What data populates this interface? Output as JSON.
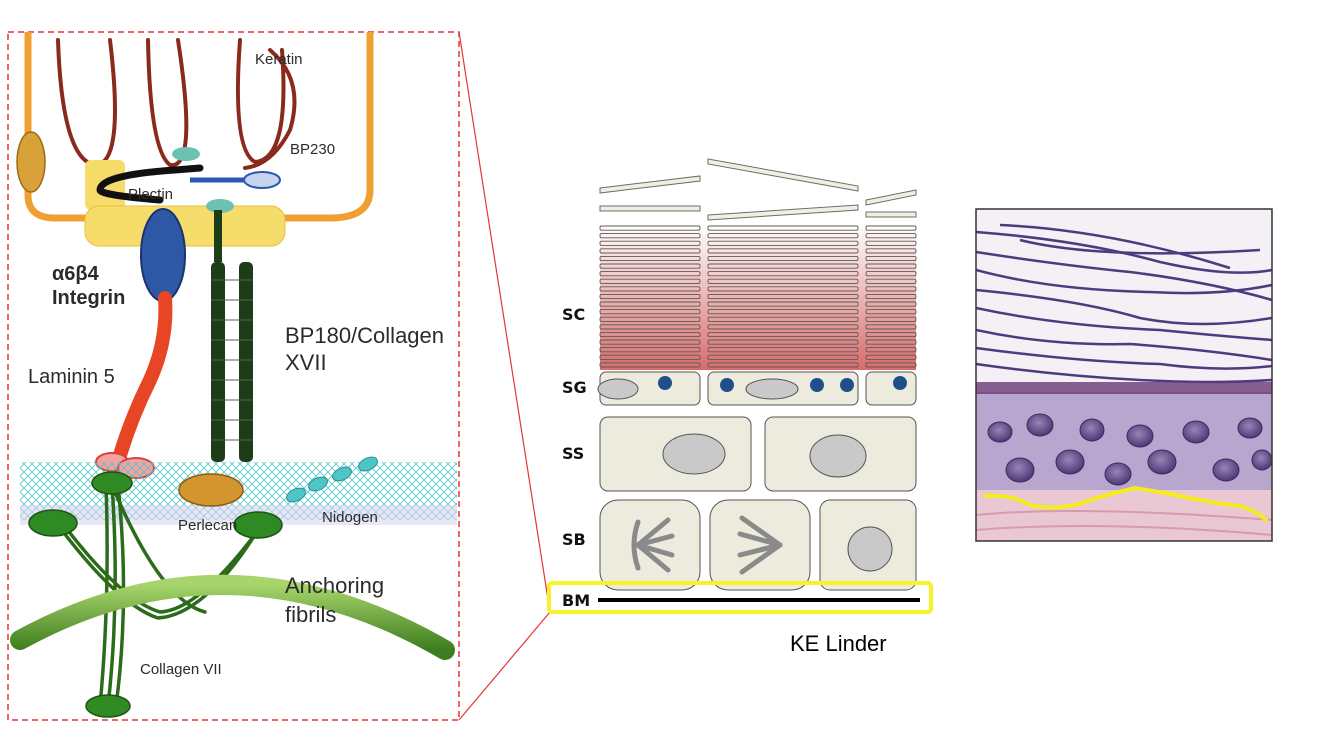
{
  "left_panel": {
    "labels": {
      "keratin": "Keratin",
      "bp230": "BP230",
      "plectin": "Plectin",
      "integrin_line1": "α6β4",
      "integrin_line2": "Integrin",
      "bp180_line1": "BP180/Collagen",
      "bp180_line2": "XVII",
      "laminin": "Laminin 5",
      "perlecan": "Perlecan",
      "nidogen": "Nidogen",
      "anchoring_line1": "Anchoring",
      "anchoring_line2": "fibrils",
      "collagen7": "Collagen VII"
    }
  },
  "middle_panel": {
    "layers": {
      "sc": "SC",
      "sg": "SG",
      "ss": "SS",
      "sb": "SB",
      "bm": "BM"
    },
    "credit": "KE Linder",
    "highlight_color": "#f7f22a"
  },
  "right_panel": {
    "trace_color": "#f4ec1f"
  }
}
